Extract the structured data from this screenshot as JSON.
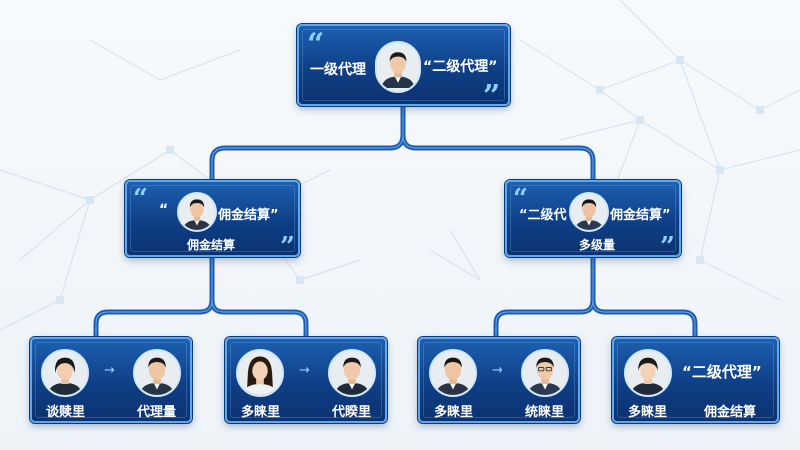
{
  "colors": {
    "card_top": "#1c5fb0",
    "card_bottom": "#0b3270",
    "border": "#5fa8ef",
    "connector": "#1b5cb3",
    "quote": "#8fd0ff"
  },
  "top": {
    "left_text": "一级代理",
    "right_text": "“二级代理”"
  },
  "mid_left": {
    "title": "“",
    "title2": "佣金结算”",
    "sub": "佣金结算"
  },
  "mid_right": {
    "title": "“二级代",
    "title2": "佣金结算”",
    "sub": "多级量"
  },
  "bottom": [
    {
      "left_label": "谈赎里",
      "right_label": "代理量"
    },
    {
      "left_label": "多睐里",
      "right_label": "代睽里"
    },
    {
      "left_label": "多睐里",
      "right_label": "统睐里"
    },
    {
      "left_label": "多睐里",
      "headline": "“二级代理”",
      "right_label": "佣金结算"
    }
  ],
  "icons": {
    "quote_open": "“",
    "quote_close": "”",
    "arrow": "→"
  }
}
